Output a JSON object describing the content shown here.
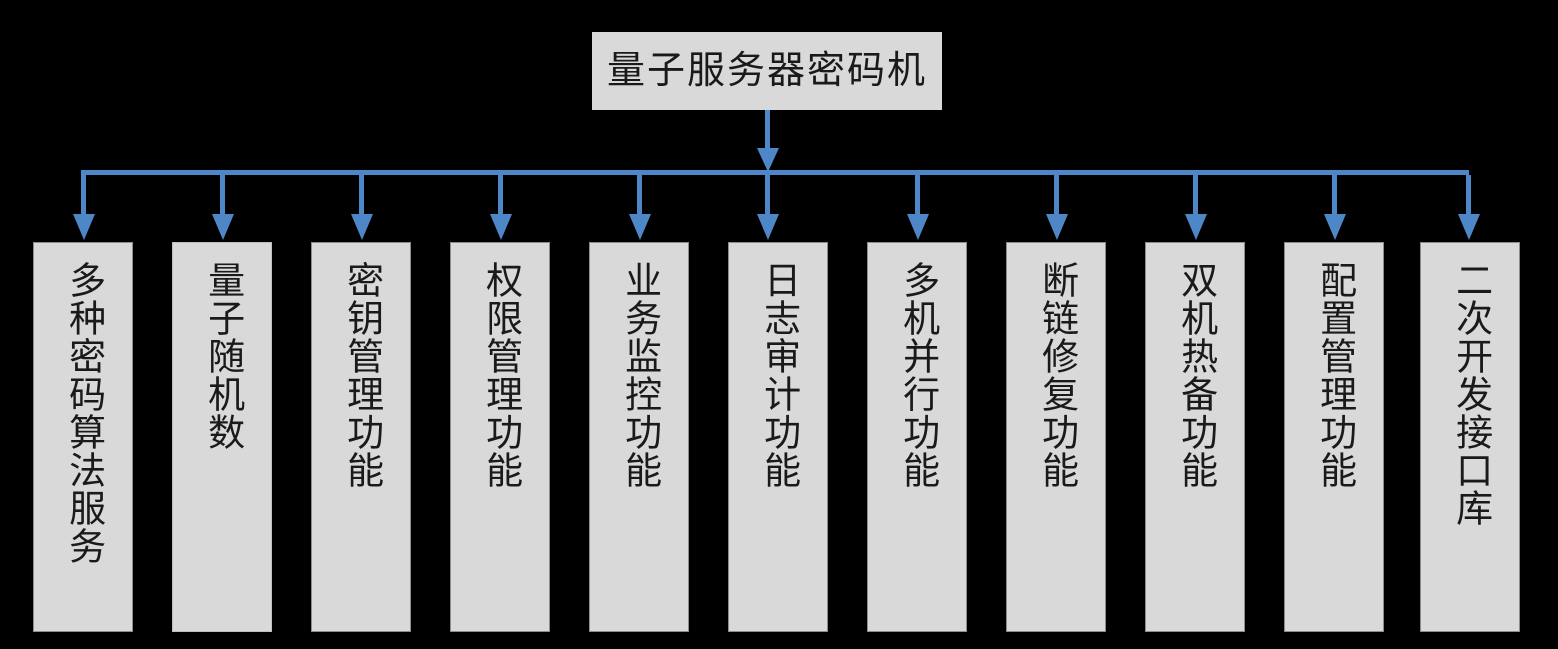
{
  "diagram": {
    "title": "量子服务器密码机",
    "root": {
      "label": "量子服务器密码机"
    },
    "colors": {
      "connector": "#4e87c7",
      "box_fill": "#d9d9d9",
      "box_border": "#bfbfbf",
      "background": "#000000",
      "text": "#1a1a1a"
    },
    "children": [
      {
        "label": "多种密码算法服务"
      },
      {
        "label": "量子随机数"
      },
      {
        "label": "密钥管理功能"
      },
      {
        "label": "权限管理功能"
      },
      {
        "label": "业务监控功能"
      },
      {
        "label": "日志审计功能"
      },
      {
        "label": "多机并行功能"
      },
      {
        "label": "断链修复功能"
      },
      {
        "label": "双机热备功能"
      },
      {
        "label": "配置管理功能"
      },
      {
        "label": "二次开发接口库"
      }
    ]
  }
}
